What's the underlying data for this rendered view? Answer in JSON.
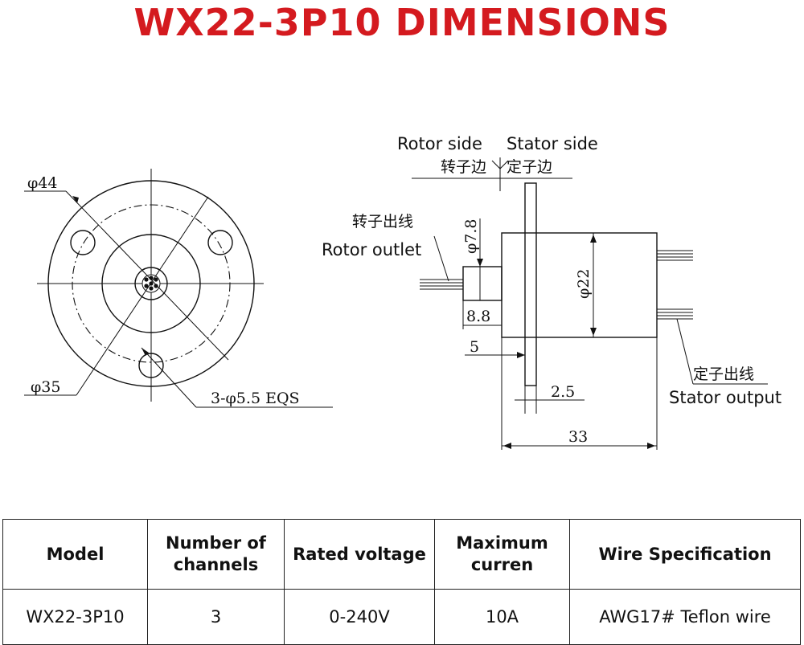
{
  "title": "WX22-3P10 DIMENSIONS",
  "diagram": {
    "labels": {
      "rotor_side": "Rotor side",
      "stator_side": "Stator side",
      "rotor_side_cn": "转子边",
      "stator_side_cn": "定子边",
      "rotor_outlet_cn": "转子出线",
      "rotor_outlet": "Rotor outlet",
      "stator_output_cn": "定子出线",
      "stator_output": "Stator output"
    },
    "dimensions": {
      "flange_dia": "φ44",
      "hole_circle_dia": "φ35",
      "mount_holes": "3-φ5.5 EQS",
      "rotor_dia": "φ7.8",
      "body_dia": "φ22",
      "rotor_length": "8.8",
      "rotor_to_flange": "5",
      "flange_thickness": "2.5",
      "total_length": "33"
    }
  },
  "table": {
    "headers": [
      "Model",
      "Number of\nchannels",
      "Rated voltage",
      "Maximum\ncurren",
      "Wire Specification"
    ],
    "row": [
      "WX22-3P10",
      "3",
      "0-240V",
      "10A",
      "AWG17# Teflon wire"
    ]
  }
}
